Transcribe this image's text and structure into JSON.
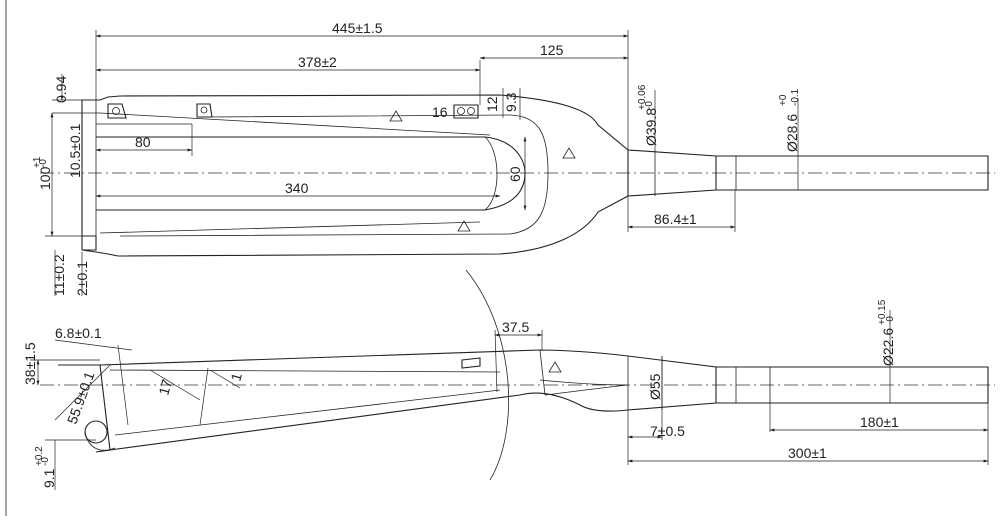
{
  "drawing": {
    "top_view": {
      "overall_length": "445±1.5",
      "blade_length": "378±2",
      "crown_to_steerer": "125",
      "dropout_slot": "80",
      "inner_length": "340",
      "inner_width": "60",
      "dropout_offset": "0.94",
      "axle_width": "100",
      "axle_width_tol_upper": "+1",
      "axle_width_tol_lower": "-0",
      "dropout_thickness": "10.5±0.1",
      "eyelet_label": "16",
      "dim_12": "12",
      "dim_9_3": "9.3",
      "crown_race_dia": "Ø39.8",
      "crown_race_tol_upper": "+0.06",
      "crown_race_tol_lower": "-0",
      "steerer_dia": "Ø28.6",
      "steerer_tol_upper": "+0",
      "steerer_tol_lower": "-0.1",
      "taper_length": "86.4±1",
      "dropout_tab_1": "11±0.2",
      "dropout_tab_2": "2±0.1"
    },
    "side_view": {
      "rake_angle": "37.5",
      "tip_dim": "6.8±0.1",
      "offset": "38±1.5",
      "dropout_dim": "55.9±0.1",
      "slot_depth": "9.1",
      "slot_depth_tol_upper": "+0.2",
      "slot_depth_tol_lower": "-0",
      "dim_17": "17",
      "dim_1": "1",
      "crown_dia": "Ø55",
      "steerer_tip_dia": "Ø22.6",
      "steerer_tip_tol_upper": "+0.15",
      "steerer_tip_tol_lower": "-0",
      "race_seat": "7±0.5",
      "steerer_length": "180±1",
      "total_steerer": "300±1"
    }
  }
}
